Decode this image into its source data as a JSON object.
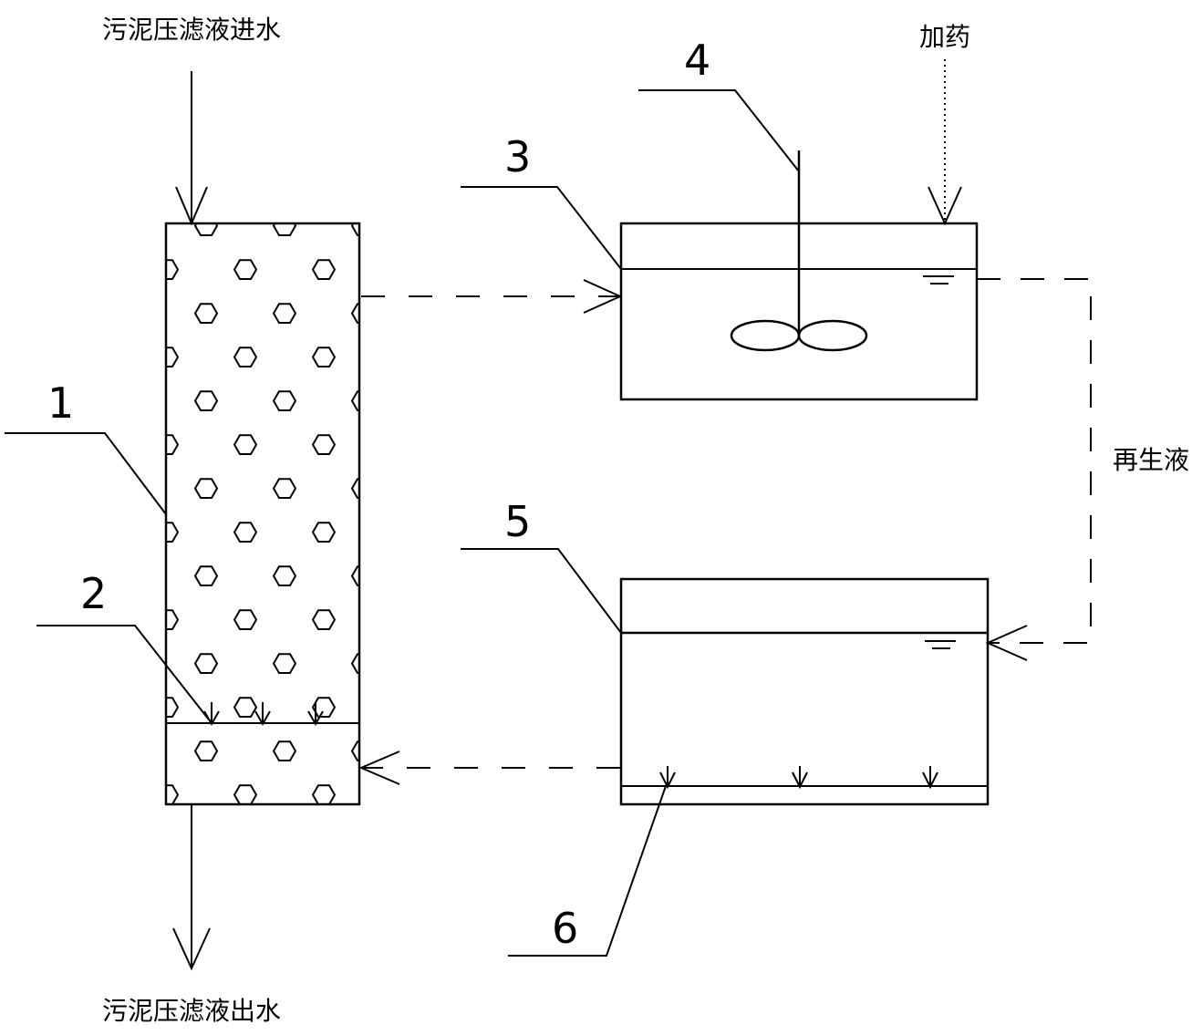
{
  "labels": {
    "inlet": "污泥压滤液进水",
    "outlet": "污泥压滤液出水",
    "dosing": "加药",
    "regen_liquid": "再生液"
  },
  "callouts": [
    "1",
    "2",
    "3",
    "4",
    "5",
    "6"
  ]
}
